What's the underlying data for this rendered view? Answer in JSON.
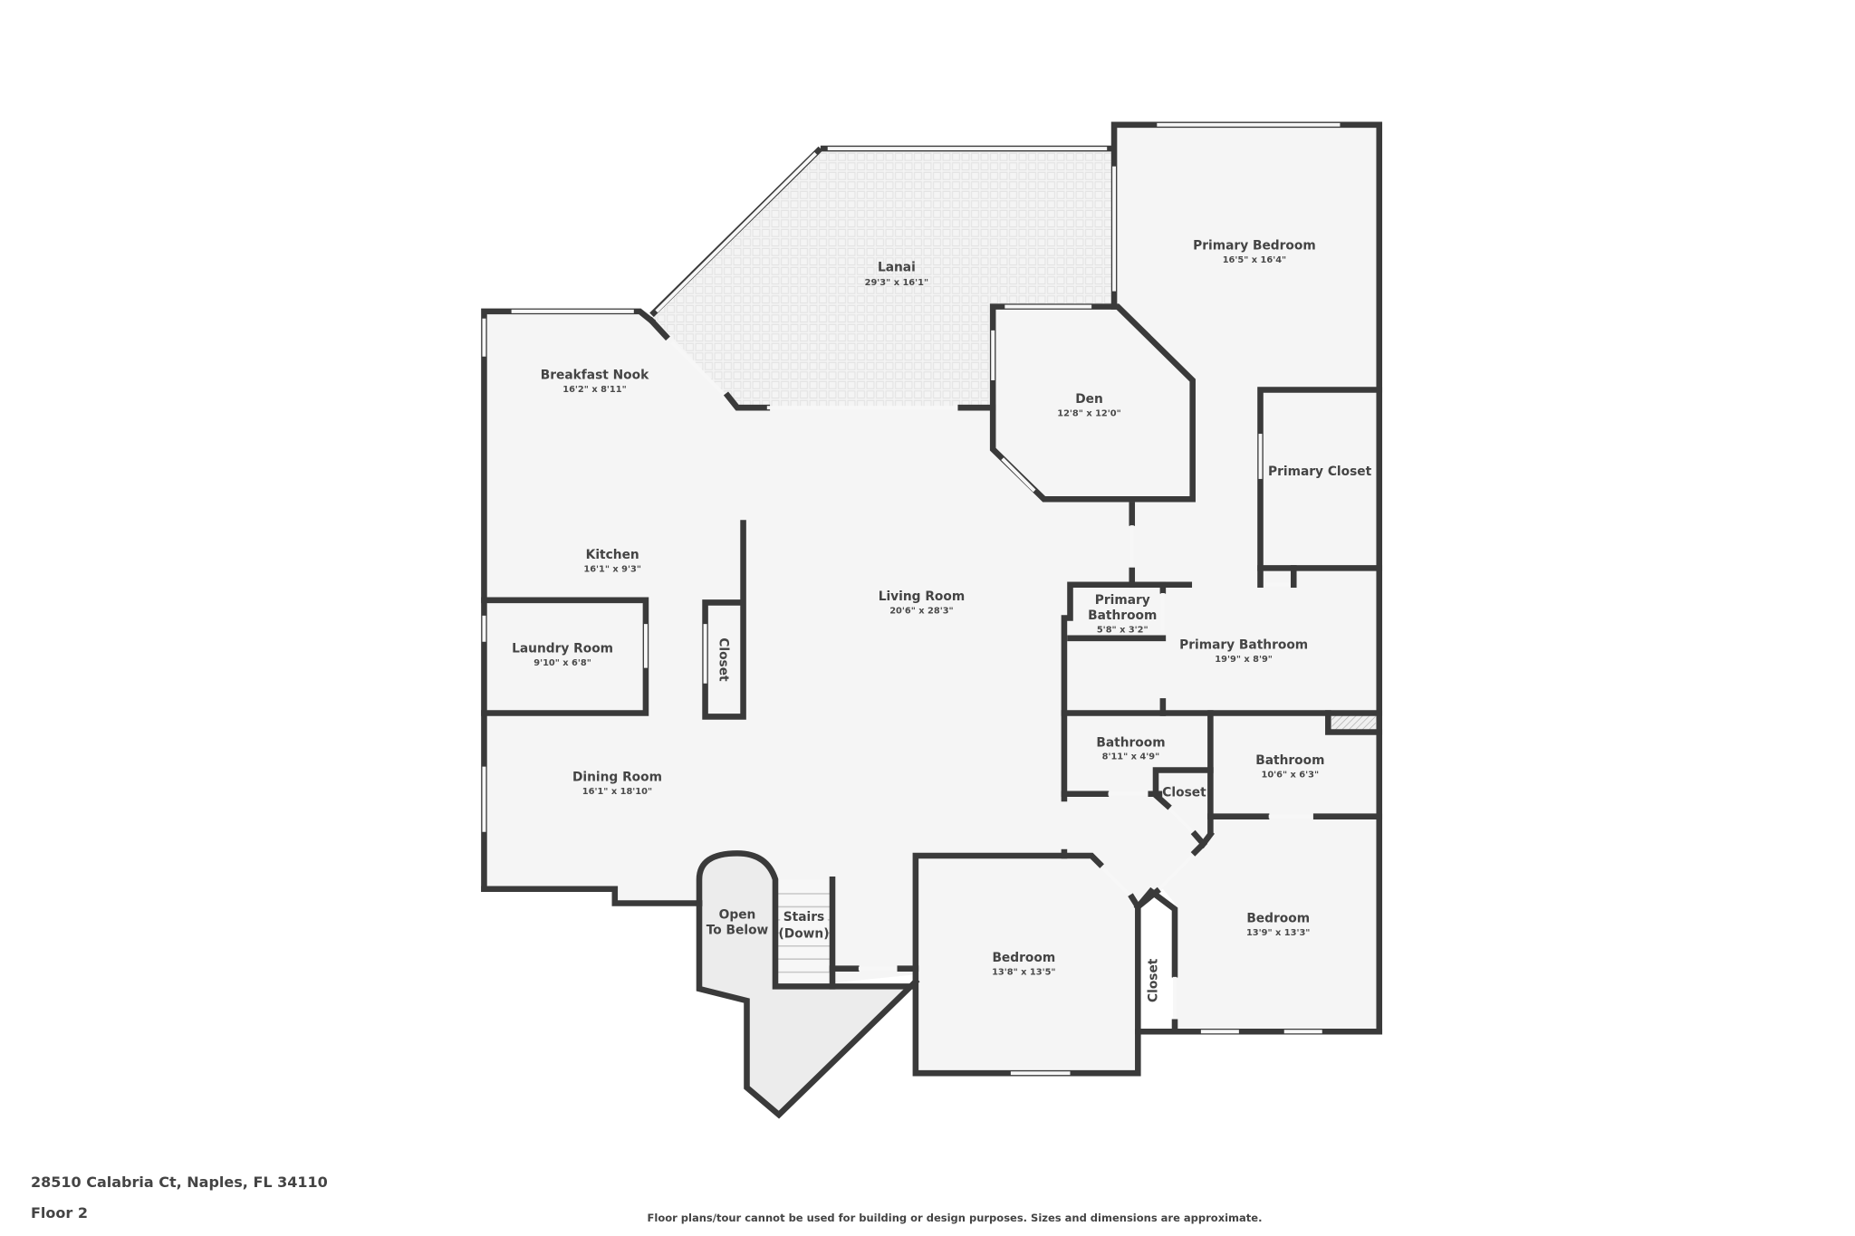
{
  "plan": {
    "address": "28510 Calabria Ct, Naples, FL 34110",
    "floor": "Floor 2",
    "disclaimer": "Floor plans/tour cannot be used for building or design purposes. Sizes and dimensions are approximate.",
    "colors": {
      "wall": "#3a3a3a",
      "room_fill": "#f5f5f5",
      "open_to_below_fill": "#ececec",
      "text": "#444444",
      "background": "#ffffff"
    }
  },
  "rooms": {
    "lanai": {
      "name": "Lanai",
      "dim": "29'3\" x 16'1\""
    },
    "primary_bedroom": {
      "name": "Primary Bedroom",
      "dim": "16'5\" x 16'4\""
    },
    "breakfast_nook": {
      "name": "Breakfast Nook",
      "dim": "16'2\" x 8'11\""
    },
    "den": {
      "name": "Den",
      "dim": "12'8\" x 12'0\""
    },
    "primary_closet": {
      "name": "Primary Closet"
    },
    "kitchen": {
      "name": "Kitchen",
      "dim": "16'1\" x 9'3\""
    },
    "living_room": {
      "name": "Living Room",
      "dim": "20'6\" x 28'3\""
    },
    "primary_bathroom_small": {
      "name_line1": "Primary",
      "name_line2": "Bathroom",
      "dim": "5'8\" x 3'2\""
    },
    "primary_bathroom": {
      "name": "Primary Bathroom",
      "dim": "19'9\" x 8'9\""
    },
    "laundry_room": {
      "name": "Laundry Room",
      "dim": "9'10\" x 6'8\""
    },
    "closet_kitchen": {
      "name": "Closet"
    },
    "bathroom_1": {
      "name": "Bathroom",
      "dim": "8'11\" x 4'9\""
    },
    "bathroom_2": {
      "name": "Bathroom",
      "dim": "10'6\" x 6'3\""
    },
    "closet_hall": {
      "name": "Closet"
    },
    "dining_room": {
      "name": "Dining Room",
      "dim": "16'1\" x 18'10\""
    },
    "open_to_below": {
      "name_line1": "Open",
      "name_line2": "To Below"
    },
    "stairs": {
      "name_line1": "Stairs",
      "name_line2": "(Down)"
    },
    "bedroom_1": {
      "name": "Bedroom",
      "dim": "13'8\" x 13'5\""
    },
    "bedroom_2": {
      "name": "Bedroom",
      "dim": "13'9\" x 13'3\""
    },
    "closet_bedroom": {
      "name": "Closet"
    }
  }
}
